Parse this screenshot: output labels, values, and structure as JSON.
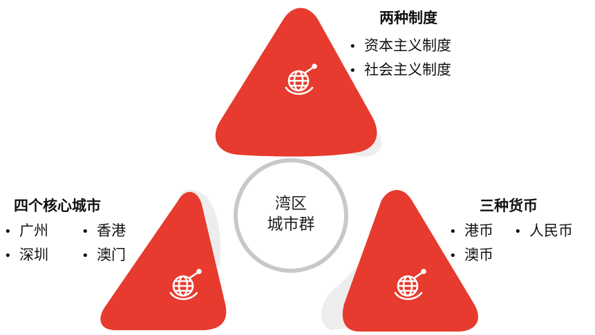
{
  "center": {
    "line1": "湾区",
    "line2": "城市群"
  },
  "top_group": {
    "title": "两种制度",
    "items": [
      "资本主义制度",
      "社会主义制度"
    ]
  },
  "left_group": {
    "title": "四个核心城市",
    "items": [
      "广州",
      "香港",
      "深圳",
      "澳门"
    ]
  },
  "right_group": {
    "title": "三种货币",
    "items": [
      "港币",
      "人民币",
      "澳币"
    ]
  },
  "icons": [
    "globe-icon",
    "globe-icon",
    "globe-icon"
  ],
  "colors": {
    "accent": "#E63B2E",
    "fold": "#EDEDED",
    "ring": "#C8C8C8"
  }
}
